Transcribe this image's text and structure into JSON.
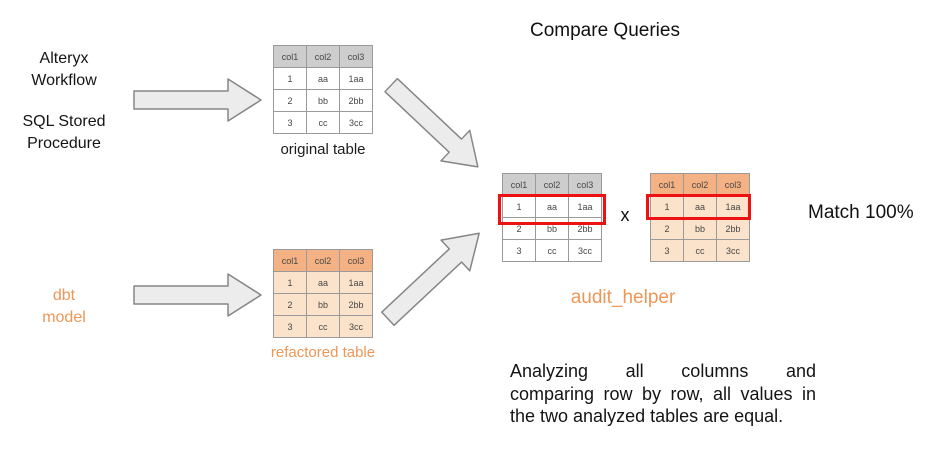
{
  "title": "Compare Queries",
  "sources": {
    "alteryx_label": "Alteryx\nWorkflow",
    "sql_label": "SQL Stored\nProcedure",
    "dbt_label": "dbt\nmodel"
  },
  "table_data": {
    "headers": [
      "col1",
      "col2",
      "col3"
    ],
    "rows": [
      [
        "1",
        "aa",
        "1aa"
      ],
      [
        "2",
        "bb",
        "2bb"
      ],
      [
        "3",
        "cc",
        "3cc"
      ]
    ]
  },
  "captions": {
    "original": "original table",
    "refactored": "refactored table",
    "audit": "audit_helper"
  },
  "comparison": {
    "x_label": "x",
    "match_label": "Match 100%"
  },
  "summary": {
    "lines": [
      "Analyzing all columns and",
      "comparing row by row, all values in",
      "the two analyzed tables are equal."
    ]
  },
  "colors": {
    "accent_orange": "#ed9757",
    "table_header_gray": "#cdcdcd",
    "table_header_orange": "#f4b183",
    "table_cell_orange": "#fbe3cb",
    "highlight_red": "#ee1111",
    "arrow_fill": "#ececec"
  }
}
